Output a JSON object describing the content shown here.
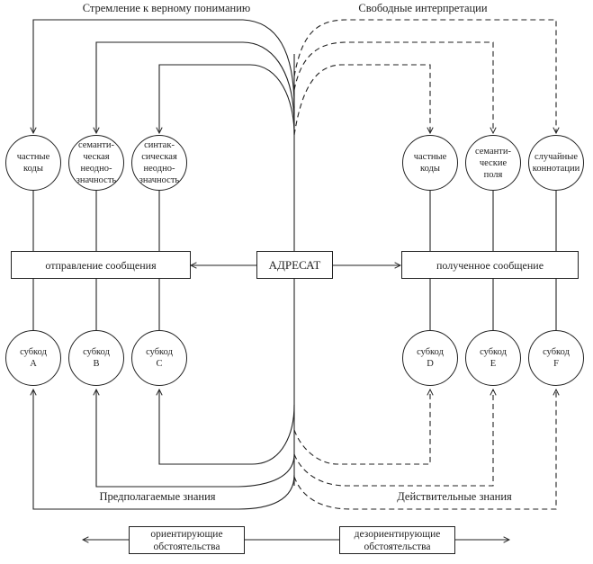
{
  "titles": {
    "top_left": "Стремление к верному пониманию",
    "top_right": "Свободные интерпретации",
    "bottom_left": "Предполагаемые знания",
    "bottom_right": "Действительные знания"
  },
  "center_box": "АДРЕСАТ",
  "left_box": "отправление сообщения",
  "right_box": "полученное сообщение",
  "top_left_circles": [
    {
      "label": "частные\nкоды"
    },
    {
      "label": "семанти-\nческая\nнеодно-\nзначность"
    },
    {
      "label": "синтак-\nсическая\nнеодно-\nзначность"
    }
  ],
  "top_right_circles": [
    {
      "label": "частные\nкоды"
    },
    {
      "label": "семанти-\nческие\nполя"
    },
    {
      "label": "случайные\nконнотации"
    }
  ],
  "bottom_left_circles": [
    {
      "label": "субкод\nA"
    },
    {
      "label": "субкод\nB"
    },
    {
      "label": "субкод\nC"
    }
  ],
  "bottom_right_circles": [
    {
      "label": "субкод\nD"
    },
    {
      "label": "субкод\nE"
    },
    {
      "label": "субкод\nF"
    }
  ],
  "footer": {
    "left_box": "ориентирующие\nобстоятельства",
    "right_box": "дезориентирующие\nобстоятельства"
  }
}
